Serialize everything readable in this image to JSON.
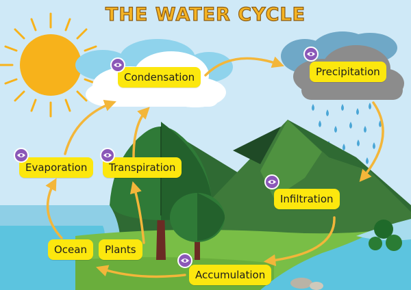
{
  "title": "THE WATER CYCLE",
  "labels": {
    "condensation": "Condensation",
    "precipitation": "Precipitation",
    "evaporation": "Evaporation",
    "transpiration": "Transpiration",
    "infiltration": "Infiltration",
    "ocean": "Ocean",
    "plants": "Plants",
    "accumulation": "Accumulation"
  },
  "icons": {
    "marker": "eye-icon"
  },
  "colors": {
    "sky": "#cfe9f7",
    "sun": "#f7b21b",
    "label_bg": "#fce70e",
    "arrow": "#f3b63a",
    "water": "#5cc4df",
    "mountain": "#3e7a3a",
    "marker": "#8b58b8"
  }
}
